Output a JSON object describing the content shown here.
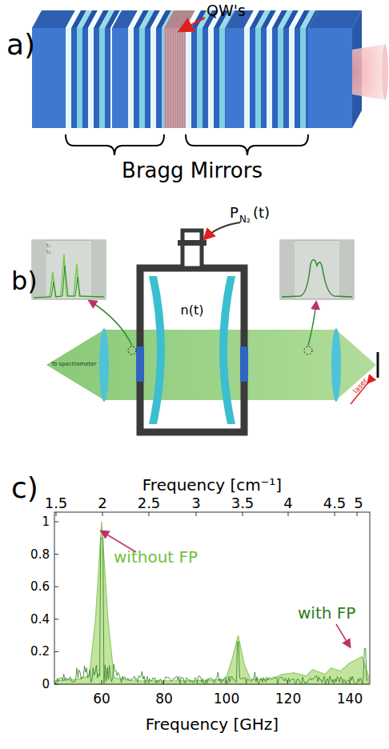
{
  "diagram": {
    "labels": [
      "a)",
      "QW's",
      "Bragg Mirrors",
      "b)",
      "P",
      "N₂",
      "(t)",
      "n(t)",
      "t₁",
      "t₂",
      "To spectrometer",
      "laser",
      "c)",
      "Frequency [cm⁻¹]",
      "1.5",
      "2",
      "2.5",
      "3",
      "3.5",
      "4",
      "4.5",
      "5",
      "without FP",
      "with FP",
      "0",
      "0.2",
      "0.4",
      "0.6",
      "0.8",
      "1",
      "60",
      "80",
      "100",
      "120",
      "140",
      "Frequency [GHz]"
    ]
  }
}
